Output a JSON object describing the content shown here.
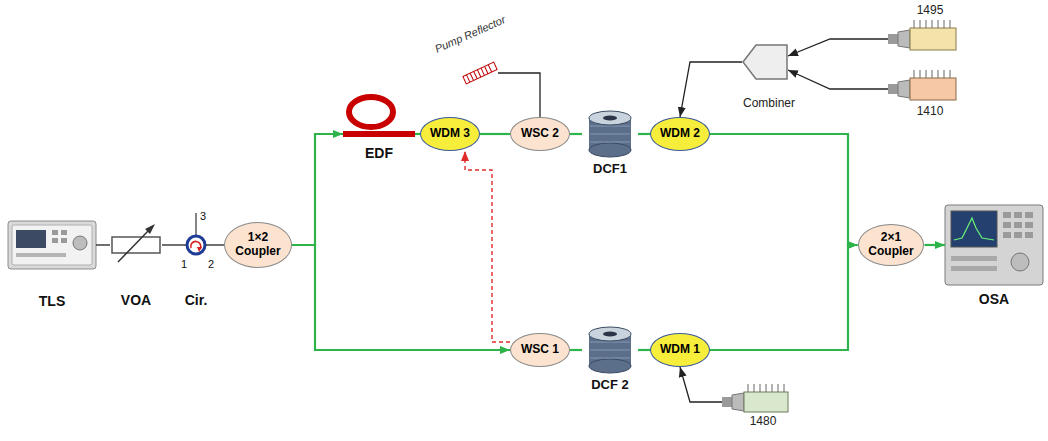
{
  "diagram": {
    "nodes": [
      {
        "text": [
          "TLS"
        ]
      },
      {
        "text": [
          "VOA"
        ]
      },
      {
        "text": [
          "Cir."
        ]
      },
      {
        "text": [
          "1×2 Coupler"
        ]
      },
      {
        "text": [
          "EDF"
        ]
      },
      {
        "text": [
          "WDM 3"
        ]
      },
      {
        "text": [
          "Pump Reflector"
        ]
      },
      {
        "text": [
          "WSC 2"
        ]
      },
      {
        "text": [
          "DCF1"
        ]
      },
      {
        "text": [
          "WDM 2"
        ]
      },
      {
        "text": [
          "Combiner"
        ]
      },
      {
        "text": [
          "1495"
        ]
      },
      {
        "text": [
          "1410"
        ]
      },
      {
        "text": [
          "2×1 Coupler"
        ]
      },
      {
        "text": [
          "OSA"
        ]
      },
      {
        "text": [
          "WSC 1"
        ]
      },
      {
        "text": [
          "DCF 2"
        ]
      },
      {
        "text": [
          "WDM 1"
        ]
      },
      {
        "text": [
          "1480"
        ]
      }
    ],
    "edges": [
      {
        "from": 0,
        "to": 1,
        "arrow": "none"
      },
      {
        "from": 1,
        "to": 2,
        "arrow": "none"
      },
      {
        "from": 2,
        "to": 3,
        "arrow": "none"
      },
      {
        "from": 3,
        "to": 4,
        "arrow": "to"
      },
      {
        "from": 4,
        "to": 5,
        "arrow": "none"
      },
      {
        "from": 5,
        "to": 7,
        "arrow": "none"
      },
      {
        "from": 7,
        "to": 8,
        "arrow": "none"
      },
      {
        "from": 8,
        "to": 9,
        "arrow": "none"
      },
      {
        "from": 9,
        "to": 13,
        "arrow": "to"
      },
      {
        "from": 3,
        "to": 15,
        "arrow": "to"
      },
      {
        "from": 15,
        "to": 16,
        "arrow": "none"
      },
      {
        "from": 16,
        "to": 17,
        "arrow": "none"
      },
      {
        "from": 17,
        "to": 13,
        "arrow": "to"
      },
      {
        "from": 13,
        "to": 14,
        "arrow": "to"
      },
      {
        "from": 11,
        "to": 10,
        "arrow": "to"
      },
      {
        "from": 12,
        "to": 10,
        "arrow": "to"
      },
      {
        "from": 10,
        "to": 9,
        "arrow": "to"
      },
      {
        "from": 18,
        "to": 17,
        "arrow": "to"
      },
      {
        "from": 15,
        "to": 5,
        "arrow": "to"
      },
      {
        "from": 6,
        "to": 7,
        "arrow": "none"
      }
    ],
    "labels": [
      "1",
      "2",
      "3"
    ]
  }
}
